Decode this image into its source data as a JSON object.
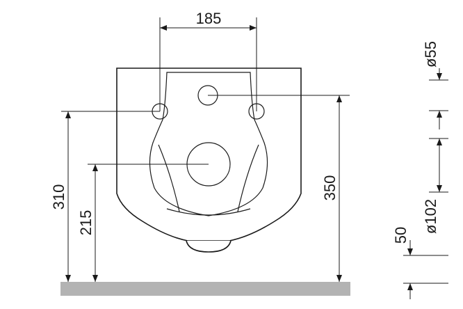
{
  "dimensions": {
    "top_width": "185",
    "left_outer_height": "310",
    "left_inner_height": "215",
    "right_height": "350",
    "diameter_small": "ø55",
    "diameter_large": "ø102",
    "side_offset": "50"
  },
  "colors": {
    "line": "#1a1a1a",
    "floor": "#b3b3b3",
    "background": "#ffffff"
  }
}
